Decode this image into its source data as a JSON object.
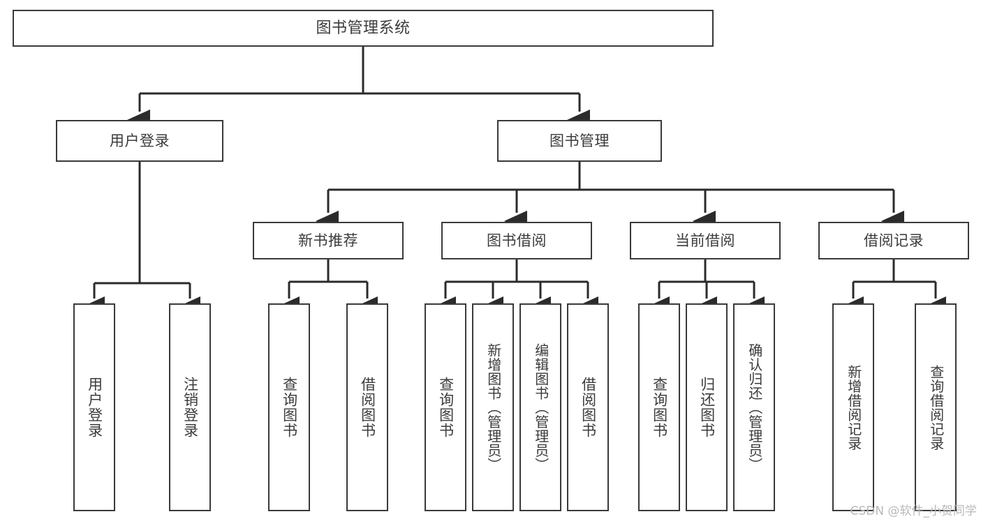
{
  "diagram": {
    "title": "图书管理系统",
    "type": "tree",
    "orientation": "top-down",
    "colors": {
      "box_border": "#3a3a3a",
      "box_fill": "#ffffff",
      "connector": "#2b2b2b",
      "text": "#3b3b3b",
      "watermark": "#b9b9b9",
      "background": "#ffffff"
    },
    "nodes": {
      "root": {
        "id": "root",
        "label": "图书管理系统",
        "level": 1,
        "text_direction": "horizontal"
      },
      "level2": [
        {
          "id": "user-login",
          "label": "用户登录",
          "level": 2,
          "text_direction": "horizontal"
        },
        {
          "id": "book-manage",
          "label": "图书管理",
          "level": 2,
          "text_direction": "horizontal"
        }
      ],
      "level3": [
        {
          "id": "new-book-recommend",
          "label": "新书推荐",
          "level": 3,
          "text_direction": "horizontal",
          "parent": "book-manage"
        },
        {
          "id": "book-borrow",
          "label": "图书借阅",
          "level": 3,
          "text_direction": "horizontal",
          "parent": "book-manage"
        },
        {
          "id": "current-borrow",
          "label": "当前借阅",
          "level": 3,
          "text_direction": "horizontal",
          "parent": "book-manage"
        },
        {
          "id": "borrow-record",
          "label": "借阅记录",
          "level": 3,
          "text_direction": "horizontal",
          "parent": "book-manage"
        }
      ],
      "leaves": [
        {
          "id": "leaf-user-login",
          "label": "用户登录",
          "parent": "user-login",
          "text_direction": "vertical"
        },
        {
          "id": "leaf-user-logout",
          "label": "注销登录",
          "parent": "user-login",
          "text_direction": "vertical"
        },
        {
          "id": "leaf-query-book-1",
          "label": "查询图书",
          "parent": "new-book-recommend",
          "text_direction": "vertical"
        },
        {
          "id": "leaf-borrow-book-1",
          "label": "借阅图书",
          "parent": "new-book-recommend",
          "text_direction": "vertical"
        },
        {
          "id": "leaf-query-book-2",
          "label": "查询图书",
          "parent": "book-borrow",
          "text_direction": "vertical"
        },
        {
          "id": "leaf-add-book",
          "label": "新增图书（管理员）",
          "parent": "book-borrow",
          "text_direction": "vertical"
        },
        {
          "id": "leaf-edit-book",
          "label": "编辑图书（管理员）",
          "parent": "book-borrow",
          "text_direction": "vertical"
        },
        {
          "id": "leaf-borrow-book-2",
          "label": "借阅图书",
          "parent": "book-borrow",
          "text_direction": "vertical"
        },
        {
          "id": "leaf-query-book-3",
          "label": "查询图书",
          "parent": "current-borrow",
          "text_direction": "vertical"
        },
        {
          "id": "leaf-return-book",
          "label": "归还图书",
          "parent": "current-borrow",
          "text_direction": "vertical"
        },
        {
          "id": "leaf-confirm-return",
          "label": "确认归还（管理员）",
          "parent": "current-borrow",
          "text_direction": "vertical"
        },
        {
          "id": "leaf-add-record",
          "label": "新增借阅记录",
          "parent": "borrow-record",
          "text_direction": "vertical"
        },
        {
          "id": "leaf-query-record",
          "label": "查询借阅记录",
          "parent": "borrow-record",
          "text_direction": "vertical"
        }
      ]
    },
    "watermark": "CSDN @软件_小贺同学"
  }
}
